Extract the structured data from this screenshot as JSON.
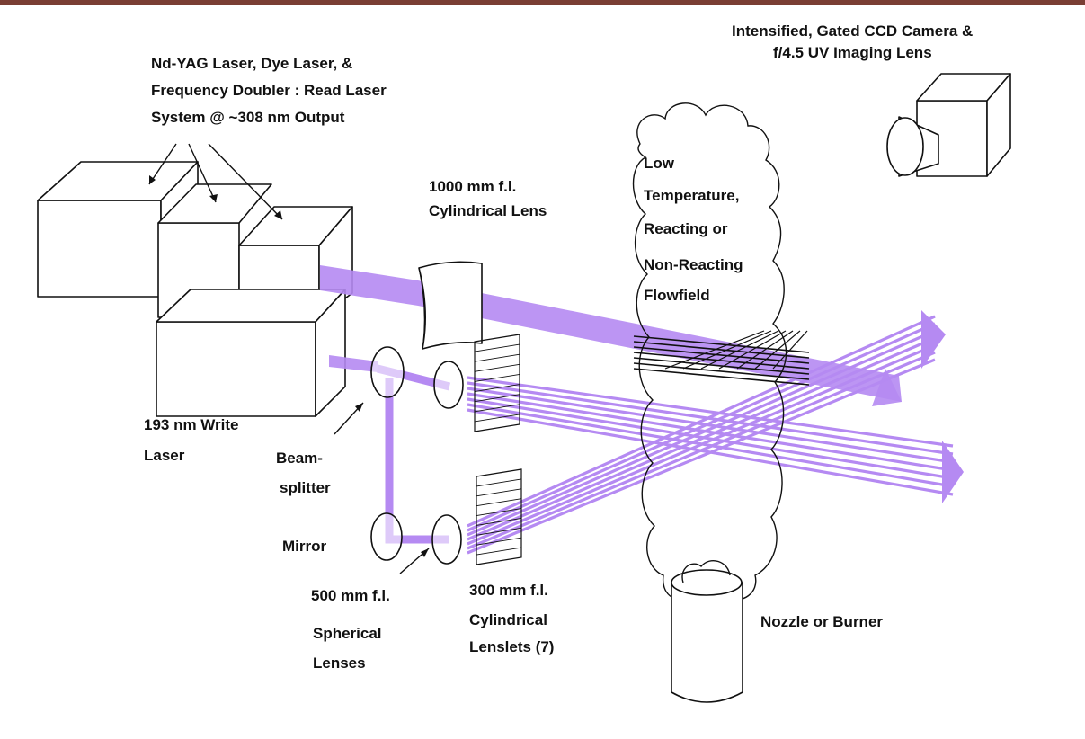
{
  "colors": {
    "top_bar": "#7a3e34",
    "beam": "#b58af2",
    "beam_dark": "#a679ee",
    "ink": "#111111",
    "background": "#ffffff"
  },
  "labels": {
    "read_laser": [
      "Nd-YAG Laser, Dye Laser, &",
      "Frequency  Doubler : Read Laser",
      "System @ ~308   nm Output"
    ],
    "camera": [
      "Intensified, Gated CCD Camera &",
      "f/4.5 UV Imaging Lens"
    ],
    "cyl_lens": [
      "1000 mm f.l.",
      "Cylindrical Lens"
    ],
    "flowfield": [
      "Low",
      "Temperature,",
      "Reacting or",
      "Non-Reacting",
      "Flowfield"
    ],
    "write_laser": [
      "193 nm Write",
      "Laser"
    ],
    "beamsplitter": [
      "Beam-",
      "splitter"
    ],
    "mirror": [
      "Mirror"
    ],
    "spherical": [
      "500 mm f.l.",
      "Spherical",
      "Lenses"
    ],
    "lenslets": [
      "300 mm f.l.",
      "Cylindrical",
      "Lenslets (7)"
    ],
    "nozzle": [
      "Nozzle or Burner"
    ]
  }
}
